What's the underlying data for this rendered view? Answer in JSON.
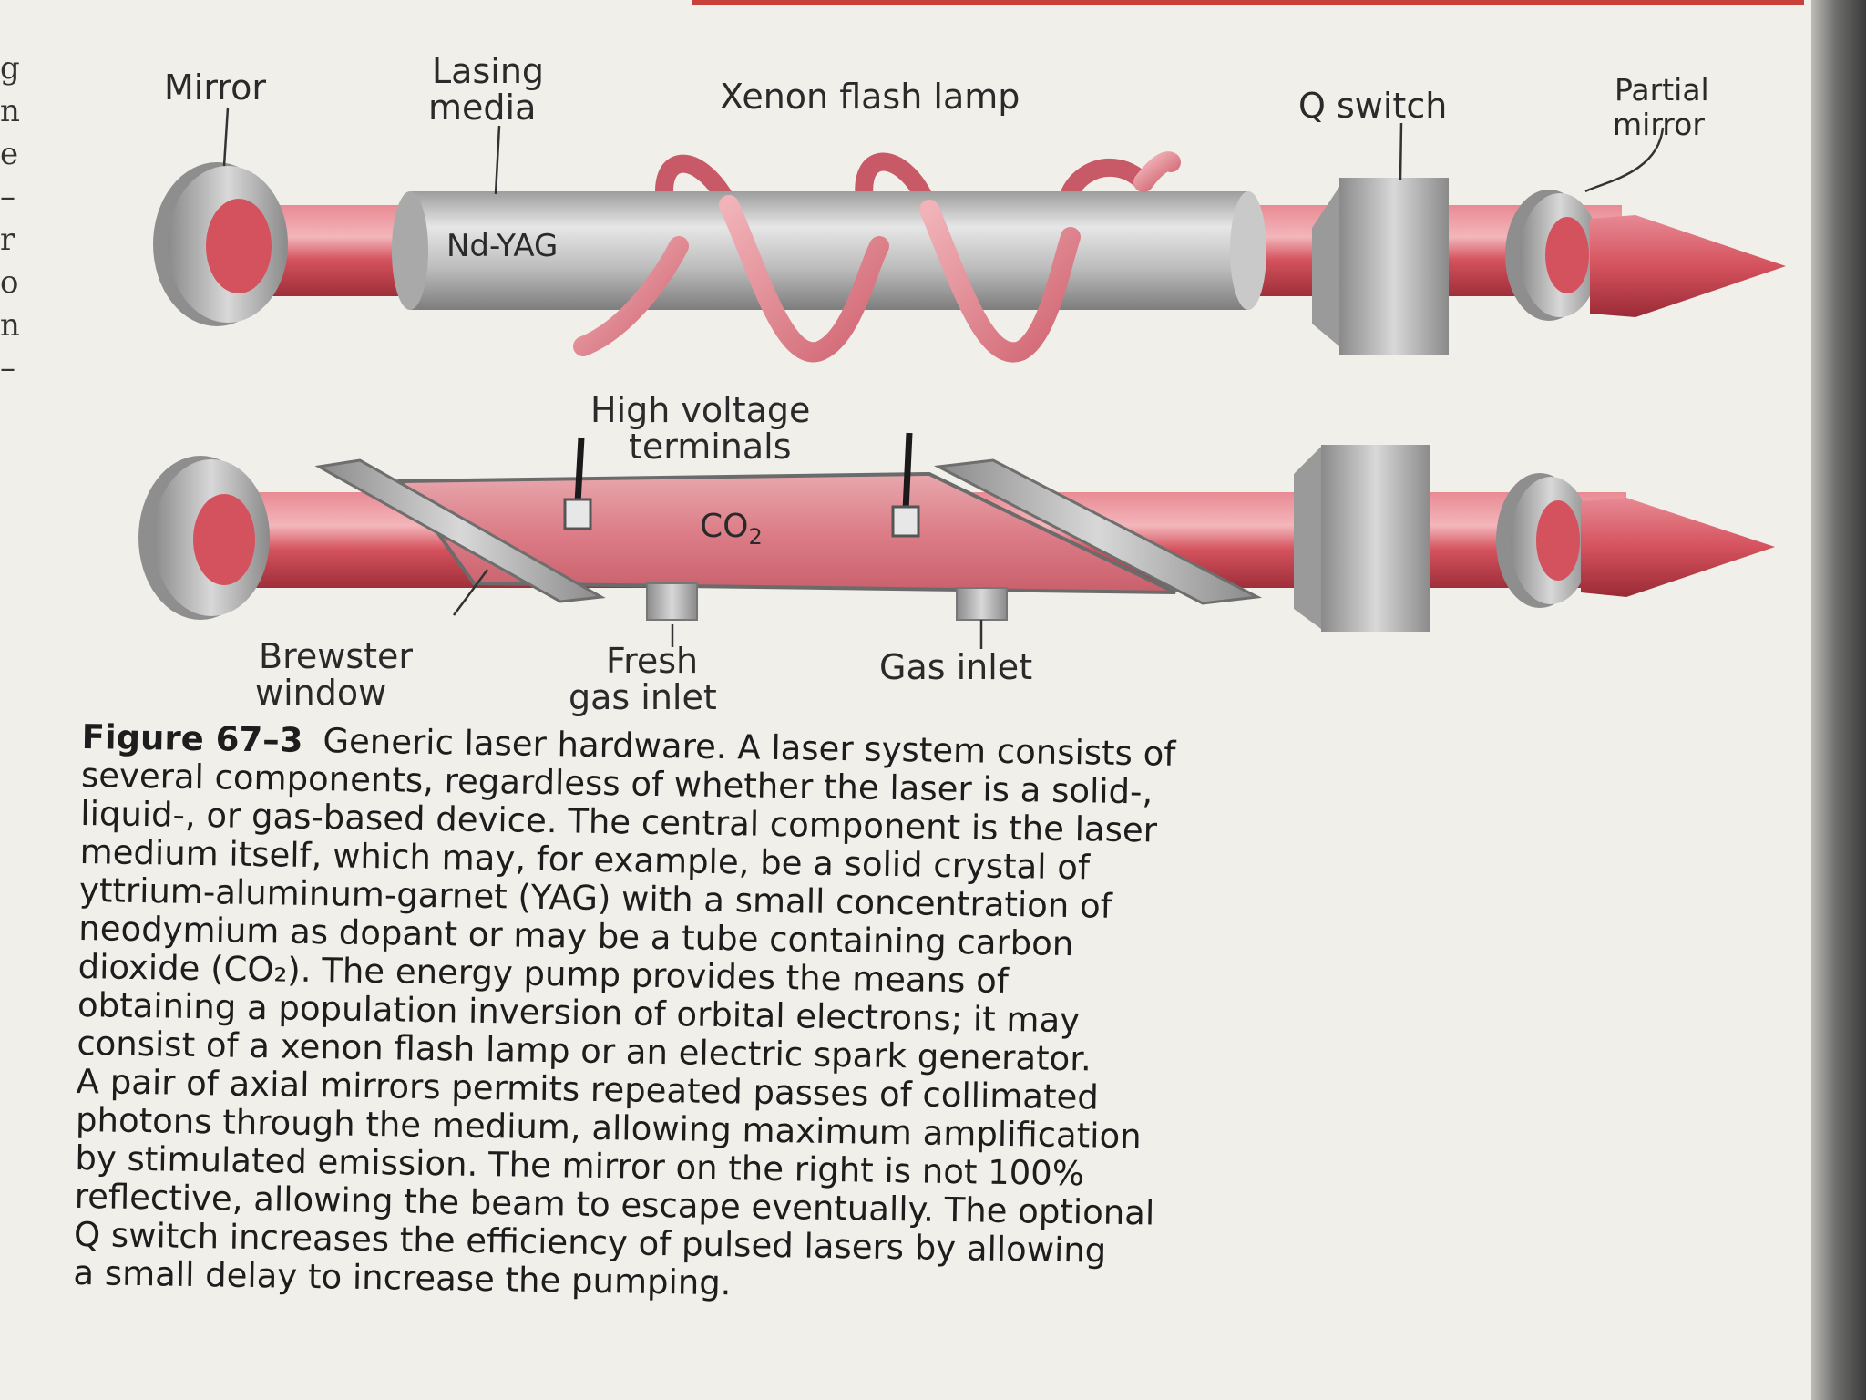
{
  "margin_fragments": [
    "g",
    "n",
    "e",
    "–",
    "r",
    "o",
    "n",
    "–"
  ],
  "labels": {
    "mirror": "Mirror",
    "lasing_media_line1": "Lasing",
    "lasing_media_line2": "media",
    "xenon_flash_lamp": "Xenon flash lamp",
    "q_switch": "Q switch",
    "partial_mirror_line1": "Partial",
    "partial_mirror_line2": "mirror",
    "nd_yag": "Nd-YAG",
    "high_voltage_line1": "High voltage",
    "high_voltage_line2": "terminals",
    "co2_main": "CO",
    "co2_sub": "2",
    "brewster_line1": "Brewster",
    "brewster_line2": "window",
    "fresh_gas_line1": "Fresh",
    "fresh_gas_line2": "gas inlet",
    "gas_inlet": "Gas inlet"
  },
  "caption": {
    "figure_label": "Figure 67–3",
    "lines": [
      "Generic laser hardware. A laser system consists of",
      "several components, regardless of whether the laser is a solid-,",
      "liquid-, or gas-based device. The central component is the laser",
      "medium itself, which may, for example, be a solid crystal of",
      "yttrium-aluminum-garnet (YAG) with a small concentration of",
      "neodymium as dopant or may be a tube containing carbon",
      "dioxide (CO₂). The energy pump provides the means of",
      "obtaining a population inversion of orbital electrons; it may",
      "consist of a xenon flash lamp or an electric spark generator.",
      "A pair of axial mirrors permits repeated passes of collimated",
      "photons through the medium, allowing maximum amplification",
      "by stimulated emission. The mirror on the right is not 100%",
      "reflective, allowing the beam to escape eventually. The optional",
      "Q switch increases the efficiency of pulsed lasers by allowing",
      "a small delay to increase the pumping."
    ]
  },
  "colors": {
    "beam": "#d4525d",
    "beam_light": "#f0a2a8",
    "metal": "#b8b8b8",
    "metal_dark": "#8c8c8c",
    "accent_rule": "#c9413a",
    "paper": "#f1efe9"
  }
}
